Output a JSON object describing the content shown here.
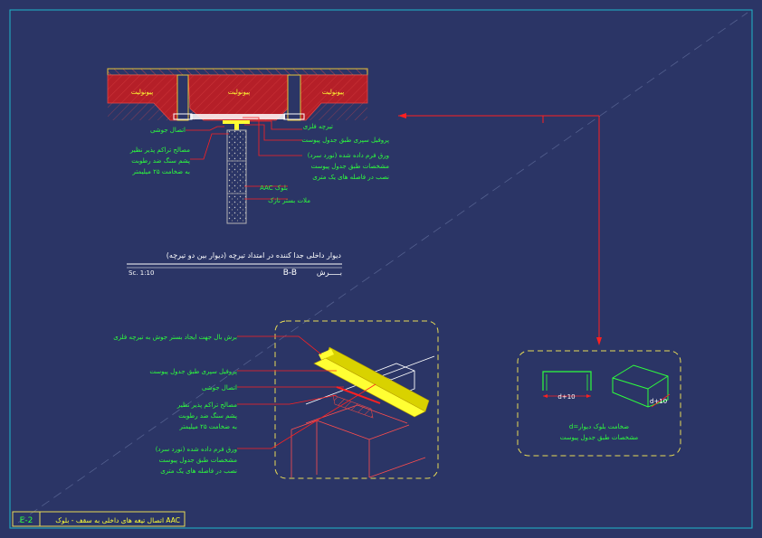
{
  "colors": {
    "background": "#2b3566",
    "frame": "#1fb6c9",
    "note": "#2dff3c",
    "white": "#ffffff",
    "leader": "#ff2020",
    "block": "#b51f28",
    "hatch": "#e24848",
    "profile": "#ffff33",
    "dash": "#e8dc55",
    "construction": "#ff4d4d",
    "aac": "#b4b4b4"
  },
  "section": {
    "block_label": "پیونولیت",
    "labels_right": [
      "تیرچه فلزی",
      "پروفیل سپری طبق جدول پیوست",
      "ورق فرم داده شده (نورد سرد)",
      "مشخصات طبق جدول پیوست",
      "نصب در فاصله های یک متری"
    ],
    "labels_left": [
      "اتصال جوشی",
      "مصالح تراکم پذیر نظیر",
      "پشم سنگ ضد رطوبت",
      "به ضخامت ۲۵ میلیمتر"
    ],
    "label_aac": "AAC بلوک",
    "label_mortar": "ملات بستر نازک"
  },
  "caption": {
    "title": "دیوار داخلی جدا کننده در امتداد تیرچه (دیوار بین دو تیرچه)",
    "section_word": "بـــــرش",
    "section_id": "B-B",
    "scale": "Sc. 1:10"
  },
  "iso": {
    "labels": [
      "برش بال جهت ایجاد بستر جوش به تیرچه فلزی",
      "پروفیل سپری طبق جدول پیوست",
      "اتصال جوشی",
      "مصالح تراکم پذیر نظیر",
      "پشم سنگ ضد رطوبت",
      "به ضخامت ۲۵ میلیمتر",
      "ورق فرم داده شده (نورد سرد)",
      "مشخصات طبق جدول پیوست",
      "نصب در فاصله های یک متری"
    ]
  },
  "detail": {
    "dim_label": "d+10",
    "caption_line1": "d=ضخامت بلوک دیوار",
    "caption_line2": "مشخصات طبق جدول پیوست"
  },
  "title_block": {
    "code": "E-2",
    "title": "اتصال تیغه های داخلی به سقف - بلوک AAC"
  }
}
